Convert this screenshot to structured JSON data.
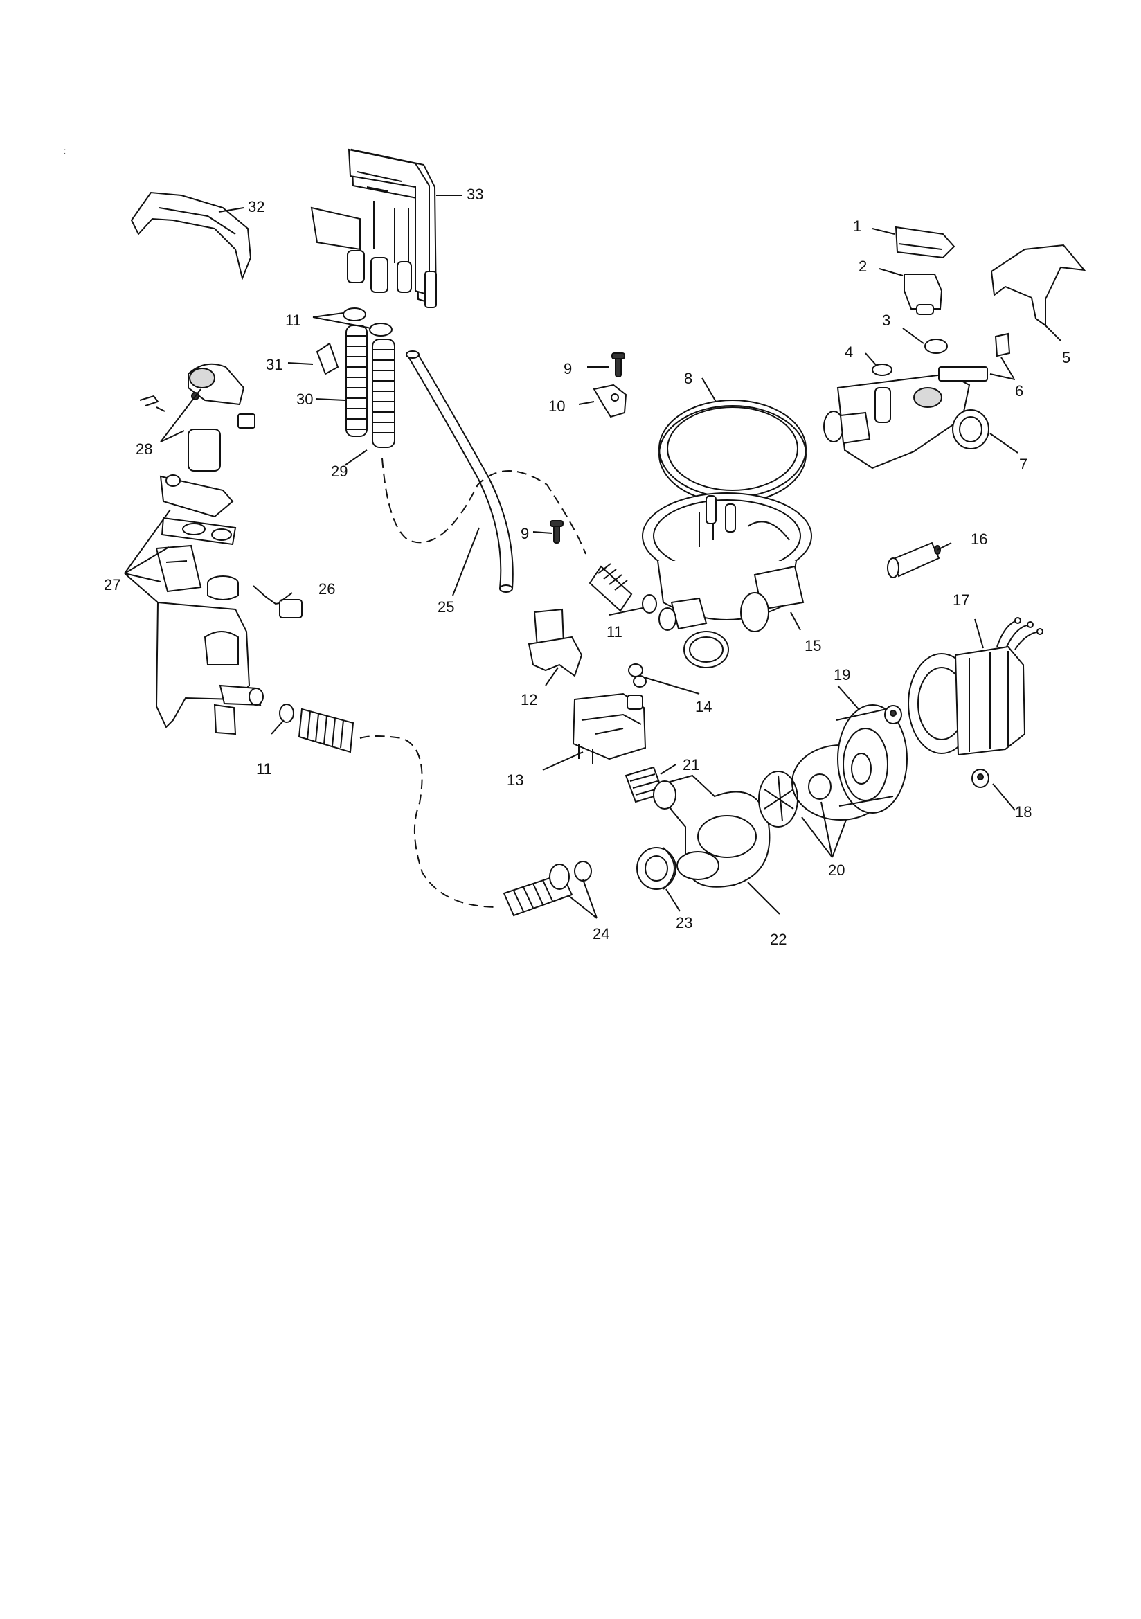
{
  "diagram": {
    "labels": [
      "1",
      "2",
      "3",
      "4",
      "5",
      "6",
      "7",
      "8",
      "9",
      "9",
      "10",
      "11",
      "11",
      "11",
      "12",
      "13",
      "14",
      "15",
      "16",
      "17",
      "18",
      "19",
      "20",
      "21",
      "22",
      "23",
      "24",
      "25",
      "26",
      "27",
      "28",
      "29",
      "30",
      "31",
      "32",
      "33"
    ],
    "stray_mark": "ː"
  }
}
